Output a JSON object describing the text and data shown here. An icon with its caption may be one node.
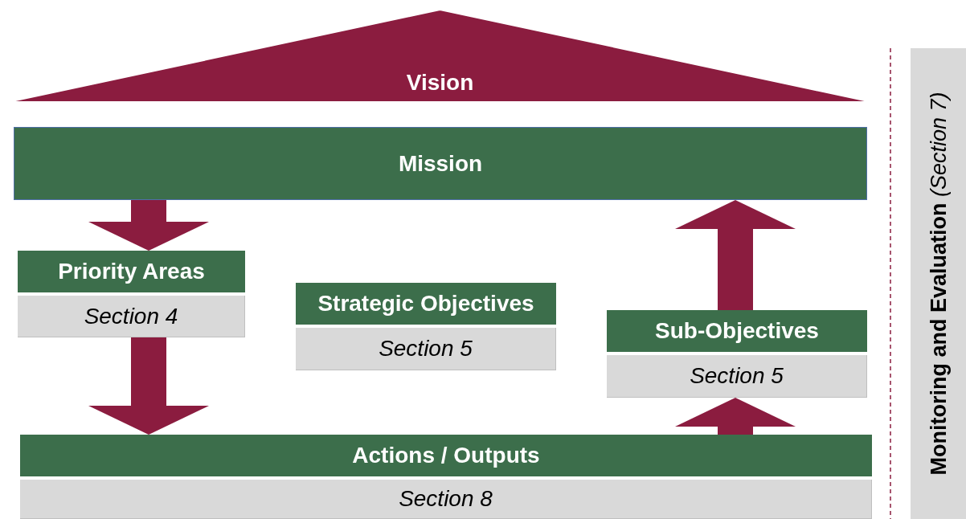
{
  "diagram": {
    "nodes": [
      {
        "text": [
          "Vision"
        ]
      },
      {
        "text": [
          "Mission"
        ]
      },
      {
        "text": [
          "Priority Areas",
          "Section 4"
        ]
      },
      {
        "text": [
          "Strategic Objectives",
          "Section 5"
        ]
      },
      {
        "text": [
          "Sub-Objectives",
          "Section 5"
        ]
      },
      {
        "text": [
          "Actions / Outputs",
          "Section 8"
        ]
      },
      {
        "text": [
          "**Monitoring and Evaluation** *(Section 7)*"
        ]
      }
    ],
    "edges": [
      {
        "from": 1,
        "to": 2,
        "arrow": "to"
      },
      {
        "from": 2,
        "to": 5,
        "arrow": "to"
      },
      {
        "from": 5,
        "to": 4,
        "arrow": "to"
      },
      {
        "from": 4,
        "to": 1,
        "arrow": "to"
      }
    ]
  }
}
